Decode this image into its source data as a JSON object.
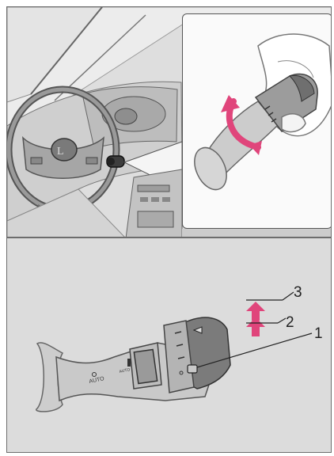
{
  "figure": {
    "top_panel": {
      "scene": "cockpit-with-wiper-switch",
      "inset": "hand-rotating-lever-knob",
      "arrow_color": "#e0457b"
    },
    "bottom_panel": {
      "callouts": [
        {
          "label": "1"
        },
        {
          "label": "2"
        },
        {
          "label": "3"
        }
      ],
      "lever_markings": {
        "auto_label": "AUTO",
        "auto_label_small": "AUTO"
      },
      "arrow_color": "#e0457b"
    }
  }
}
